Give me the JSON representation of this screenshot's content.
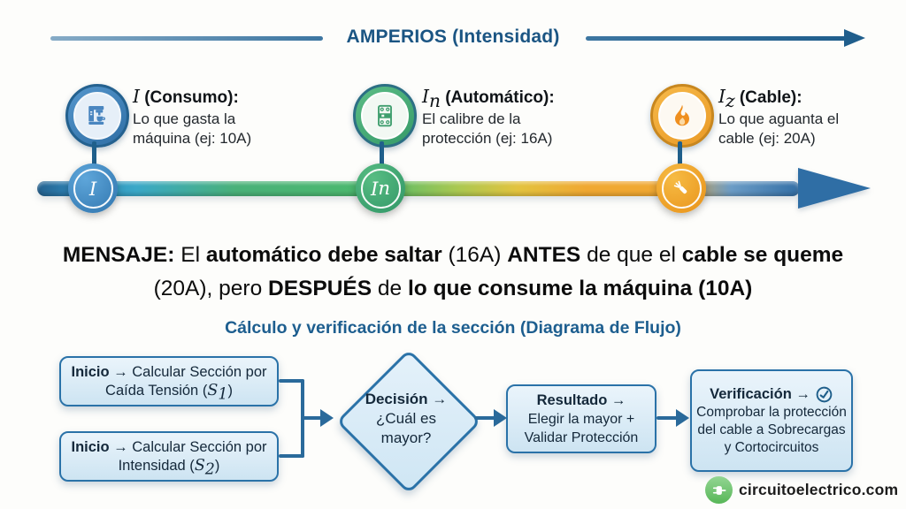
{
  "colors": {
    "title_blue": "#1b5583",
    "axis_arrow_blue": "#205e8c",
    "marker_blue": "#3f7fb8",
    "marker_green": "#3f9e6e",
    "marker_orange": "#eea02f",
    "flow_border_blue": "#2a72a8",
    "flow_fill_blue": "#d9eaf6",
    "logo_green": "#5cb85c"
  },
  "axis": {
    "title": "AMPERIOS (Intensidad)"
  },
  "legend": [
    {
      "icon": "coffee-machine-icon",
      "title": [
        {
          "t": "I",
          "i": true,
          "serif": true
        },
        {
          "t": " (Consumo):",
          "b": true
        }
      ],
      "desc": "Lo que gasta la máquina (ej: 10A)"
    },
    {
      "icon": "circuit-breaker-icon",
      "title": [
        {
          "t": "I",
          "i": true,
          "serif": true
        },
        {
          "t": "n",
          "i": true,
          "serif": true,
          "sub": true
        },
        {
          "t": " (Automático):",
          "b": true
        }
      ],
      "desc": "El calibre de la protección (ej: 16A)"
    },
    {
      "icon": "flame-icon",
      "title": [
        {
          "t": "I",
          "i": true,
          "serif": true
        },
        {
          "t": "z",
          "i": true,
          "serif": true,
          "sub": true
        },
        {
          "t": " (Cable):",
          "b": true
        }
      ],
      "desc": "Lo que aguanta el cable (ej: 20A)"
    }
  ],
  "timeline": {
    "markers": [
      {
        "label": [
          {
            "t": "I",
            "i": true,
            "serif": true
          }
        ]
      },
      {
        "label": [
          {
            "t": "I",
            "i": true,
            "serif": true
          },
          {
            "t": "n",
            "i": true,
            "serif": true,
            "sub": true
          }
        ]
      },
      {
        "label": [],
        "icon": "cable-icon"
      }
    ]
  },
  "message": {
    "segments": [
      {
        "t": "MENSAJE:",
        "b": true
      },
      {
        "t": " El "
      },
      {
        "t": "automático debe saltar",
        "b": true
      },
      {
        "t": " (16A) "
      },
      {
        "t": "ANTES",
        "b": true
      },
      {
        "t": " de que el "
      },
      {
        "t": "cable se queme",
        "b": true
      },
      {
        "t": " (20A), pero "
      },
      {
        "t": "DESPUÉS",
        "b": true
      },
      {
        "t": " de "
      },
      {
        "t": "lo que consume la máquina (10A)",
        "b": true
      }
    ]
  },
  "flowchart": {
    "heading": "Cálculo y verificación de la sección (Diagrama de Flujo)",
    "start1": [
      {
        "t": "Inicio",
        "b": true
      },
      {
        "t": " → Calcular Sección por Caída Tensión ("
      },
      {
        "t": "S",
        "i": true,
        "serif": true
      },
      {
        "t": "1",
        "i": true,
        "serif": true,
        "sub": true
      },
      {
        "t": ")"
      }
    ],
    "start2": [
      {
        "t": "Inicio",
        "b": true
      },
      {
        "t": " → Calcular Sección por Intensidad ("
      },
      {
        "t": "S",
        "i": true,
        "serif": true
      },
      {
        "t": "2",
        "i": true,
        "serif": true,
        "sub": true
      },
      {
        "t": ")"
      }
    ],
    "decision_title": "Decisión →",
    "decision_body": "¿Cuál es mayor?",
    "result_title": "Resultado →",
    "result_body": "Elegir la mayor +\nValidar Protección",
    "verification_title": "Verificación →",
    "verification_icon": "check-circle-icon",
    "verification_body": "Comprobar la protección del cable a Sobrecargas y Cortocircuitos"
  },
  "footer": {
    "site": "circuitoelectrico.com",
    "logo_icon": "plug-icon"
  }
}
